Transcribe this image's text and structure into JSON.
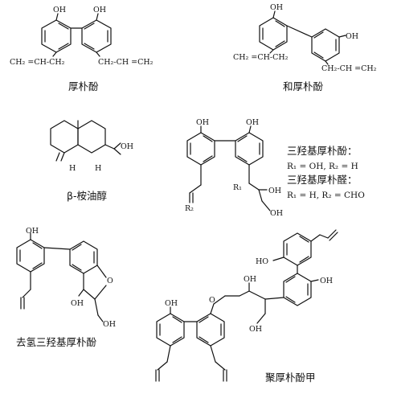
{
  "structures": [
    {
      "id": "magnolol",
      "name": "厚朴酚",
      "atoms": {
        "oh1": "OH",
        "oh2": "OH",
        "allyl_left": "CH₂ =CH-CH₂",
        "allyl_right": "CH₂-CH =CH₂"
      }
    },
    {
      "id": "honokiol",
      "name": "和厚朴酚",
      "atoms": {
        "oh1": "OH",
        "oh2": "OH",
        "allyl_left": "CH₂ =CH-CH₂",
        "allyl_right": "CH₂-CH =CH₂"
      }
    },
    {
      "id": "beta-eudesmol",
      "name": "β-桉油醇",
      "atoms": {
        "h1": "H",
        "h2": "H",
        "oh": "OH"
      }
    },
    {
      "id": "trihydroxy-magnolol",
      "name": "三羟基厚朴酚：",
      "name2": "三羟基厚朴醛：",
      "cond1": "R₁ = OH,  R₂ = H",
      "cond2": "R₁ = H,  R₂ = CHO",
      "atoms": {
        "oh1": "OH",
        "oh2": "OH",
        "r1": "R₁",
        "r2": "R₂",
        "oh3": "OH",
        "oh4": "OH"
      }
    },
    {
      "id": "dehydro-trihydroxy-magnolol",
      "name": "去氢三羟基厚朴酚",
      "atoms": {
        "oh1": "OH",
        "o": "O",
        "oh2": "OH",
        "oh3": "OH"
      }
    },
    {
      "id": "polymagnolol-a",
      "name": "聚厚朴酚甲",
      "atoms": {
        "oh1": "HO",
        "oh2": "OH",
        "o": "O",
        "oh3": "OH",
        "oh4": "OH",
        "oh5": "OH"
      }
    }
  ]
}
